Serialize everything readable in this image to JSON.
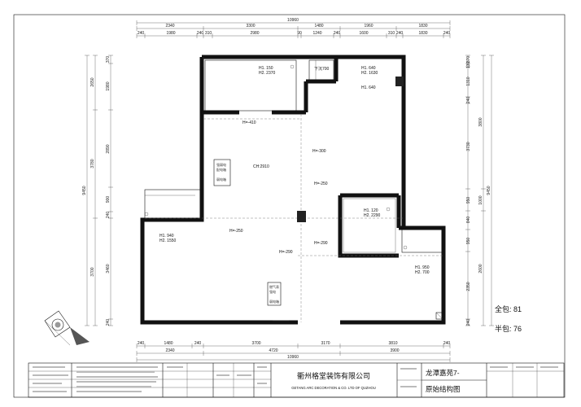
{
  "dimensions": {
    "top_total": "10960",
    "top_row1": [
      "2340",
      "3300",
      "1480",
      "1960",
      "1830"
    ],
    "top_row2": [
      "240",
      "1980",
      "240",
      "310",
      "2980",
      "90",
      "1240",
      "240",
      "1600",
      "310",
      "240",
      "1830",
      "240"
    ],
    "bottom_row1": [
      "240",
      "1480",
      "240",
      "3700",
      "3170",
      "3810",
      "240"
    ],
    "bottom_row2": [
      "2340",
      "4720",
      "3900"
    ],
    "bottom_total": "10960",
    "left_outer": "9450",
    "left_mid": [
      "2650",
      "3780",
      "3700"
    ],
    "left_inner": [
      "370",
      "1980",
      "2890",
      "900",
      "240",
      "3460",
      "240"
    ],
    "right_outer": "9450",
    "right_mid": [
      "3800",
      "1000",
      "2600"
    ],
    "right_inner": [
      "370",
      "130",
      "1310",
      "240",
      "3730",
      "950",
      "840",
      "950",
      "2350",
      "240"
    ]
  },
  "rooms": {
    "top_left": [
      "H1. 150",
      "H2. 2370"
    ],
    "top_right": [
      "H1. 640",
      "H2. 1630"
    ],
    "mid_right_h": "H1. 640",
    "down_sink": "下沉700",
    "beam_410": "H=-410",
    "height_2910": "CH:2910",
    "beam_300": "H=-300",
    "beam_250_r": "H=-250",
    "mid_inner": [
      "H1. 120",
      "H2. 2290"
    ],
    "beam_250_l": "H=-250",
    "beam_290_a": "H=-290",
    "beam_290_b": "H=-290",
    "left_low": [
      "H1. 940",
      "H2. 1550"
    ],
    "right_low": [
      "H1. 950",
      "H2. 700"
    ]
  },
  "panels": {
    "left_box": [
      "强弱电",
      "配电箱",
      "",
      "弱电箱"
    ],
    "bottom_box": [
      "燃气表",
      "强电",
      "",
      "弱电箱"
    ]
  },
  "summary": {
    "full_label": "全包: 81",
    "half_label": "半包: 76"
  },
  "title_block": {
    "company_cn": "衢州格堂装饰有限公司",
    "company_en": "GETANG ARC DECORATION & CO. LTD OF QUZHOU",
    "project": "龙潭嘉苑7-",
    "drawing": "原始结构图"
  }
}
